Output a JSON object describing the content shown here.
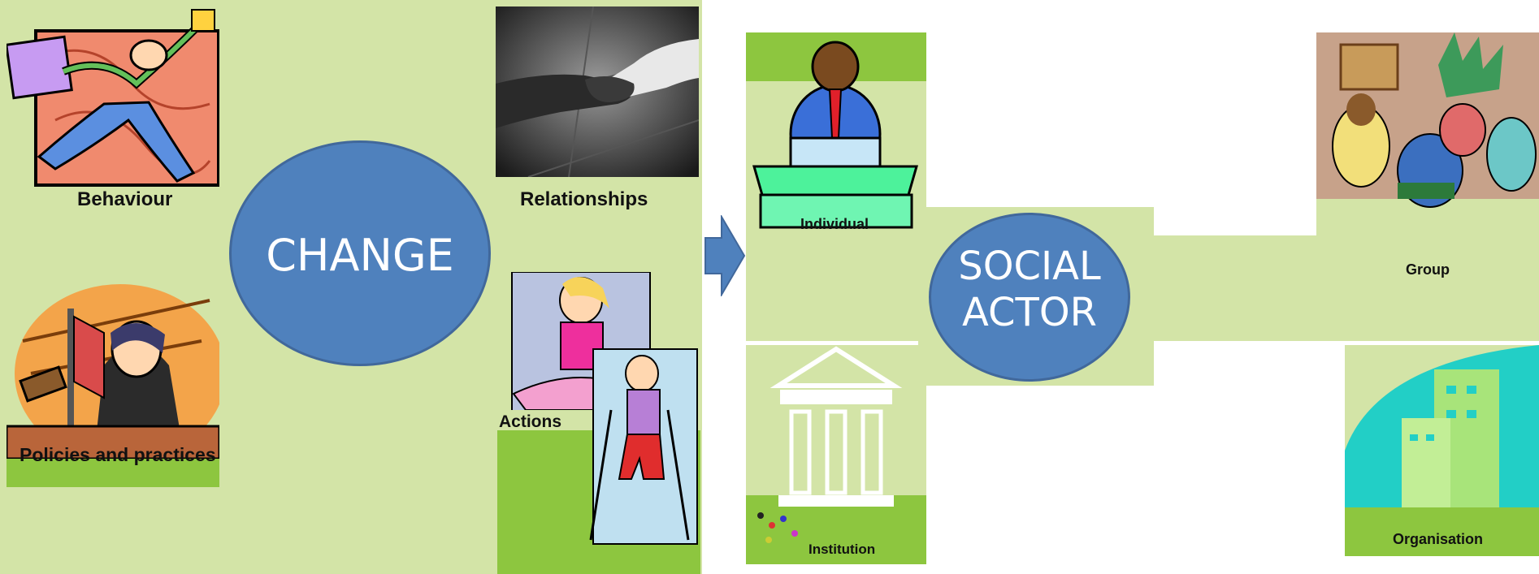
{
  "left_panel": {
    "center_label": "CHANGE",
    "items": [
      {
        "label": "Behaviour"
      },
      {
        "label": "Relationships"
      },
      {
        "label": "Policies and practices"
      },
      {
        "label": "Actions"
      }
    ]
  },
  "right_panel": {
    "center_label_line1": "SOCIAL",
    "center_label_line2": "ACTOR",
    "items": [
      {
        "label": "Individual"
      },
      {
        "label": "Group"
      },
      {
        "label": "Institution"
      },
      {
        "label": "Organisation"
      }
    ]
  },
  "colors": {
    "panel_green": "#d3e4a7",
    "oval_blue": "#4f81bd",
    "oval_border": "#41689b",
    "arrow_blue": "#4f81bd",
    "strip_green": "#8dc63f"
  }
}
